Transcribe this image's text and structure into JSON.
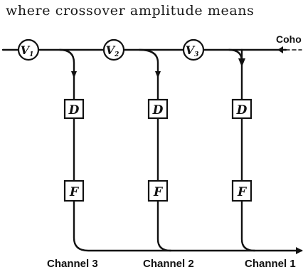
{
  "header_text": "where crossover amplitude means",
  "coho_label": "Coho",
  "valves": [
    "V",
    "V",
    "V"
  ],
  "valve_subscripts": [
    "1",
    "2",
    "3"
  ],
  "delay_boxes": [
    "D",
    "D",
    "D"
  ],
  "filter_boxes": [
    "F",
    "F",
    "F"
  ],
  "channels": [
    "Channel 3",
    "Channel 2",
    "Channel 1"
  ]
}
